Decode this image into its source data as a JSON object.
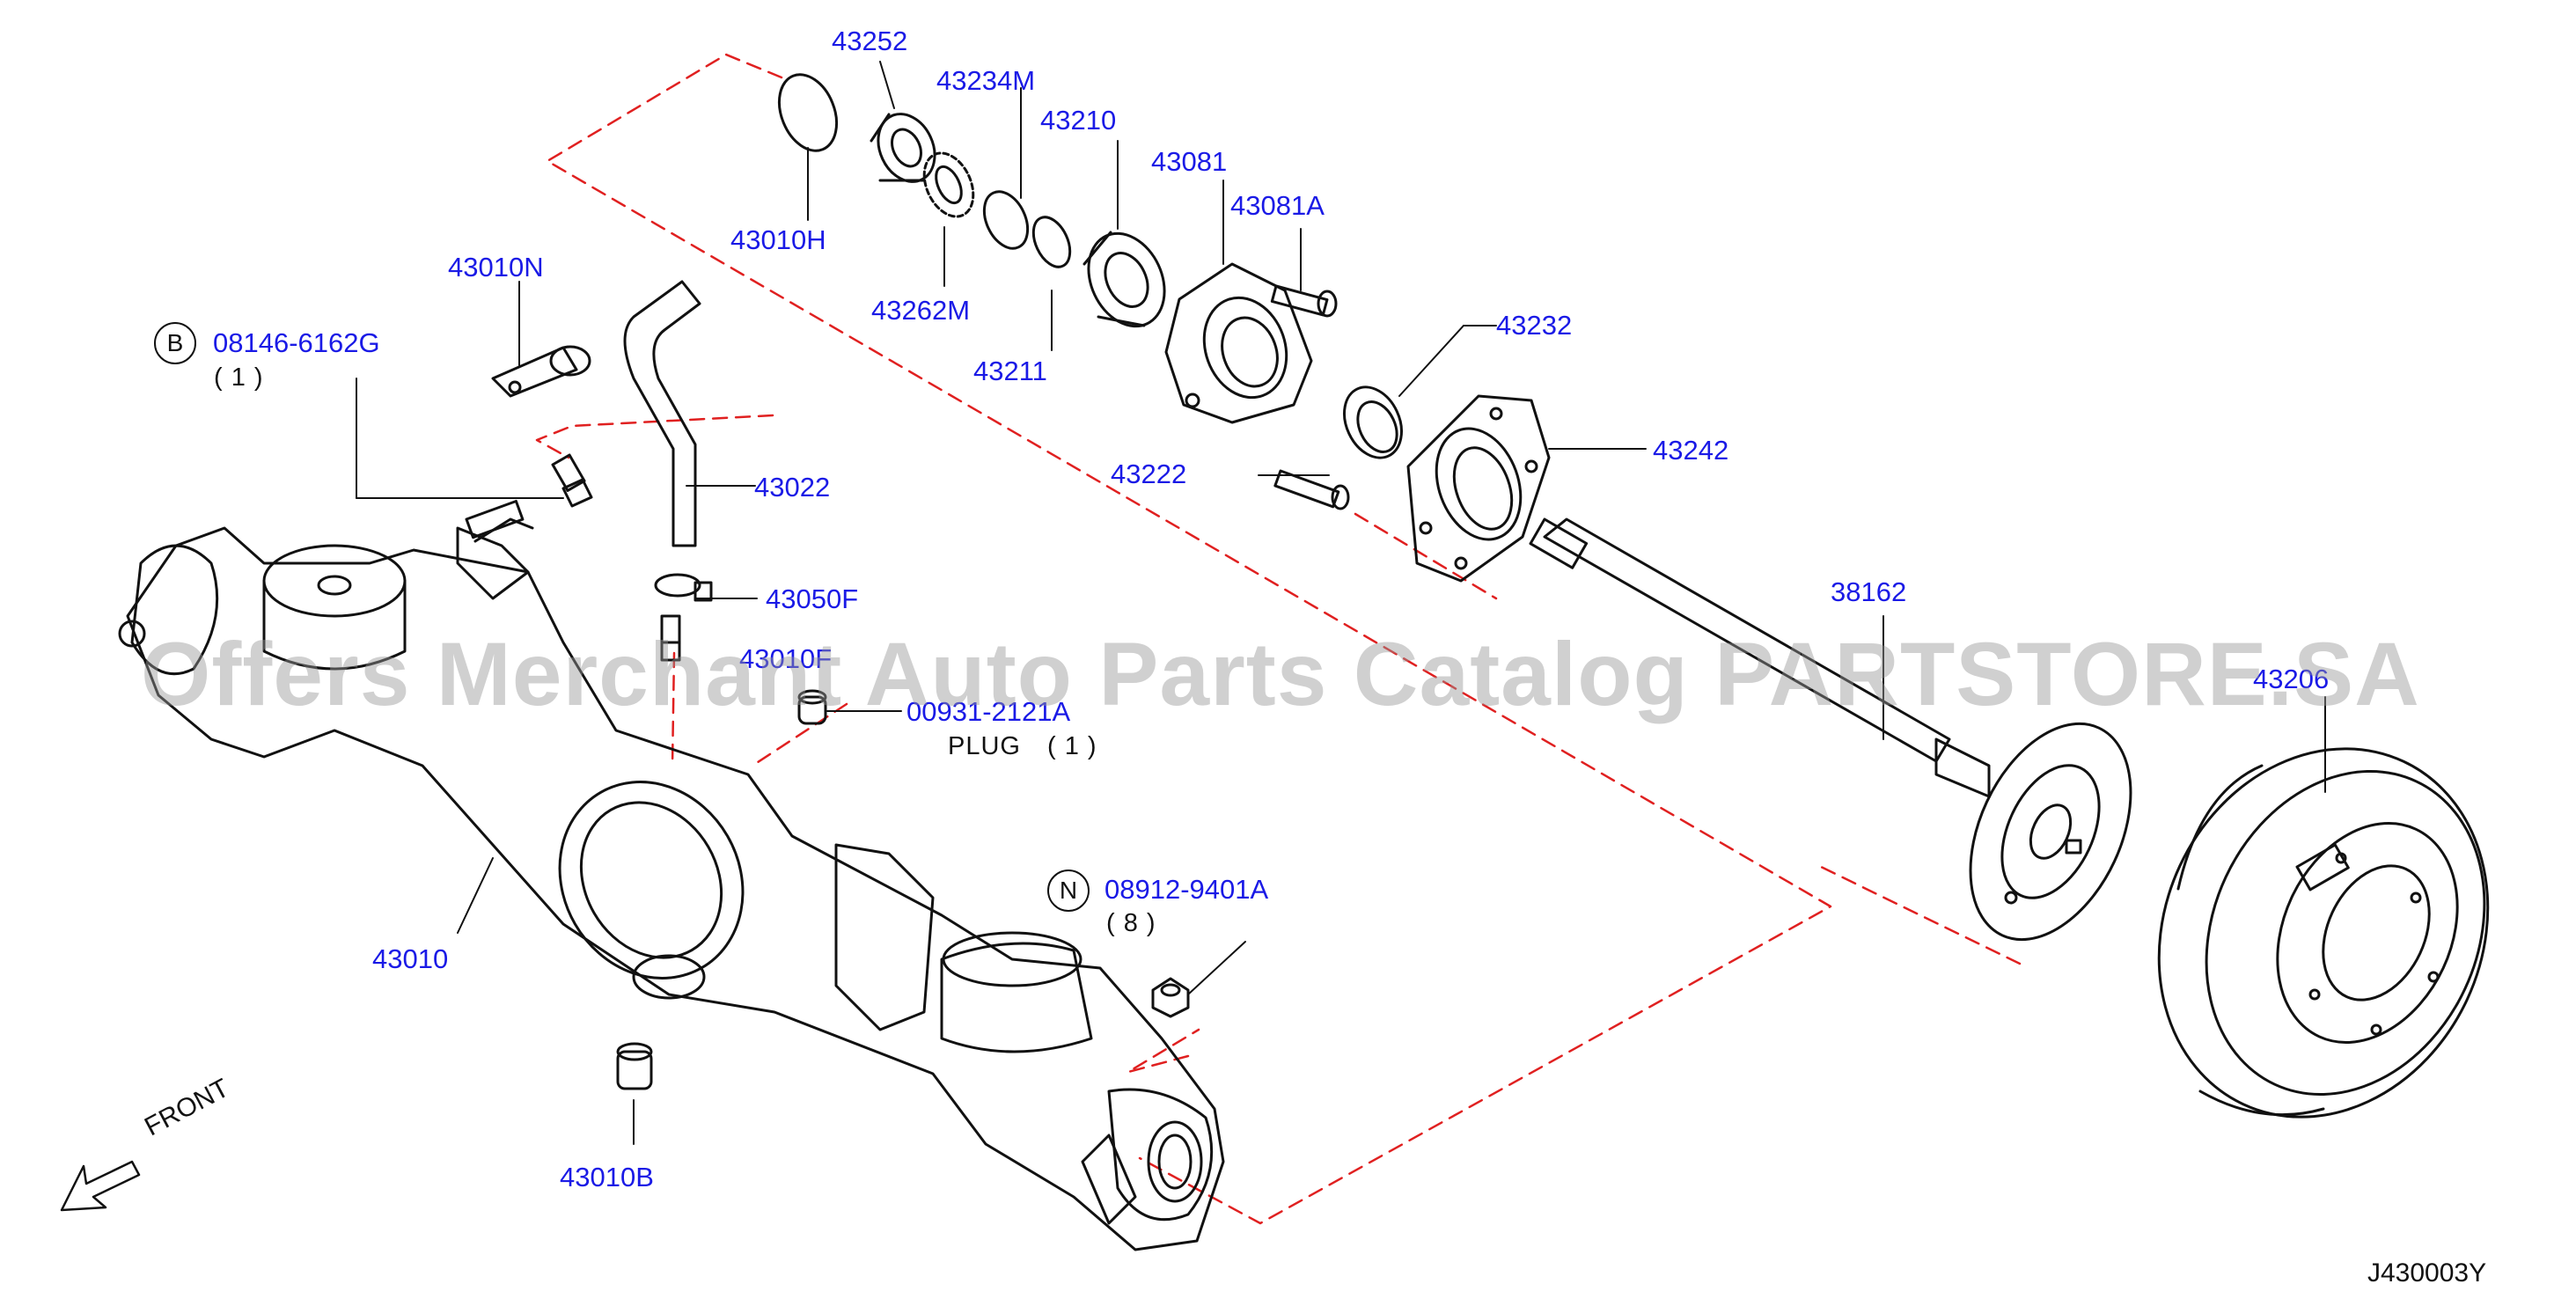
{
  "parts": {
    "p43252": "43252",
    "p43234M": "43234M",
    "p43210": "43210",
    "p43081": "43081",
    "p43081A": "43081A",
    "p43010H": "43010H",
    "p43262M": "43262M",
    "p43211": "43211",
    "p43232": "43232",
    "p43010N": "43010N",
    "p08146": "08146-6162G",
    "q08146": "( 1 )",
    "p43222": "43222",
    "p43242": "43242",
    "p43022": "43022",
    "p43050F": "43050F",
    "p43010F": "43010F",
    "p00931": "00931-2121A",
    "plug": "PLUG",
    "q00931": "( 1 )",
    "p38162": "38162",
    "p43206": "43206",
    "p08912": "08912-9401A",
    "q08912": "( 8 )",
    "p43010": "43010",
    "p43010B": "43010B"
  },
  "badges": {
    "b": "B",
    "n": "N"
  },
  "front_label": "FRONT",
  "figure_code": "J430003Y",
  "watermark": "Offers Merchant Auto Parts Catalog PARTSTORE.SA",
  "colors": {
    "label": "#1a1ae6",
    "dash": "#e02020",
    "line": "#111111"
  }
}
